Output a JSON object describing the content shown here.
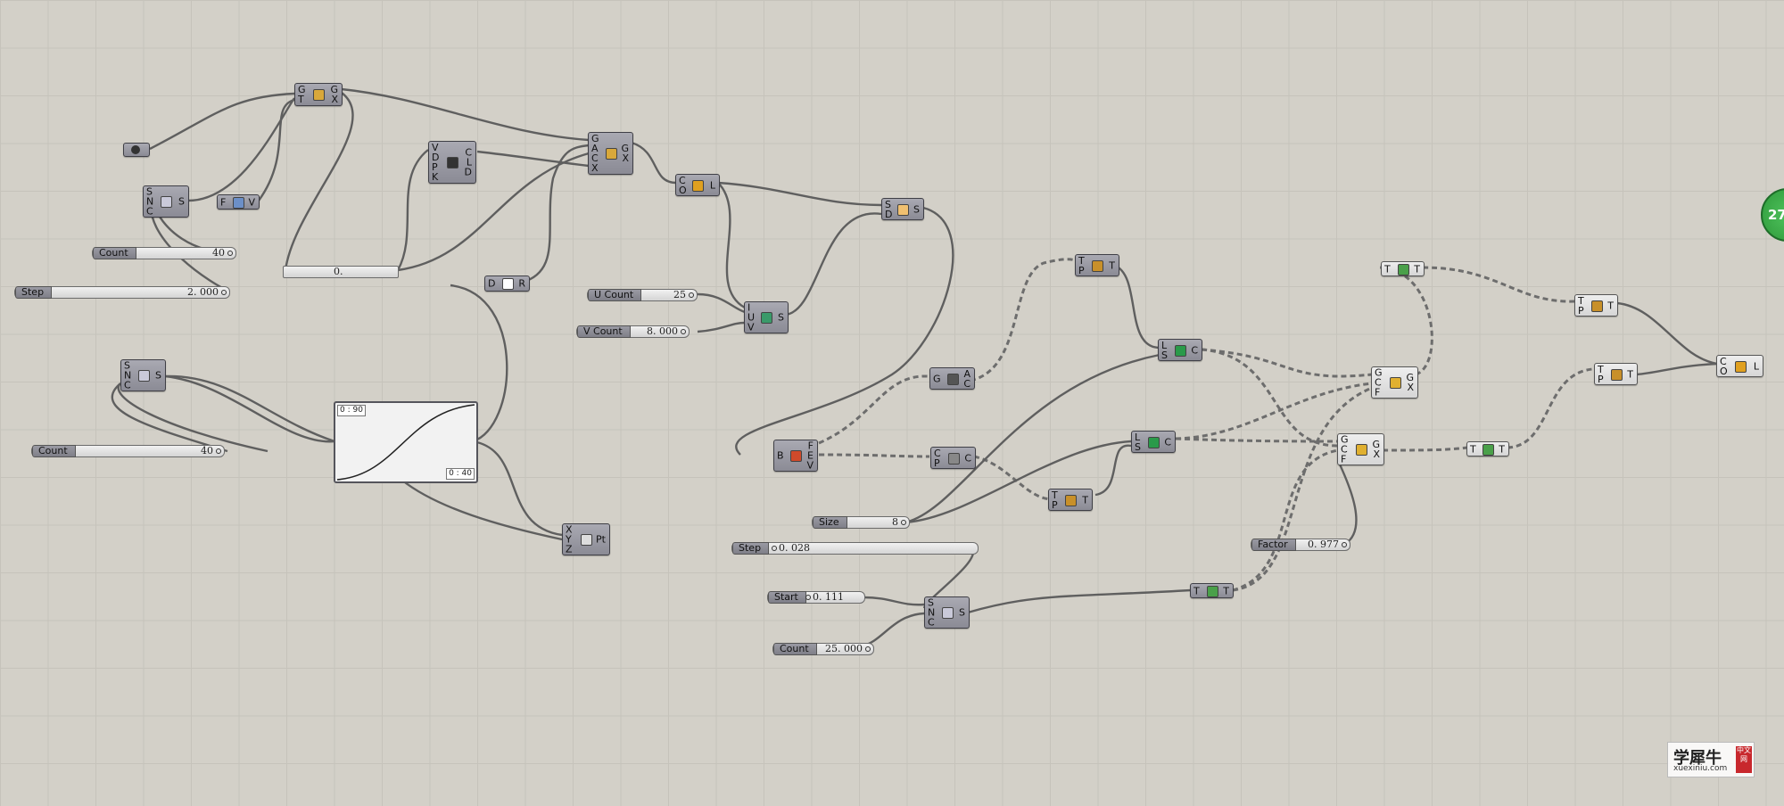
{
  "canvas": {
    "background": "#d3d0c8",
    "grid_color": "#c6c3bb",
    "wire_color": "#5f5f5f"
  },
  "sliders": [
    {
      "label": "Count",
      "value": "40"
    },
    {
      "label": "Step",
      "value": "2. 000"
    },
    {
      "label": "Count",
      "value": "40"
    },
    {
      "label": "U Count",
      "value": "25"
    },
    {
      "label": "V Count",
      "value": "8. 000"
    },
    {
      "label": "Size",
      "value": "8"
    },
    {
      "label": "Step",
      "value": "0. 028"
    },
    {
      "label": "Start",
      "value": "0. 111"
    },
    {
      "label": "Count",
      "value": "25. 000"
    },
    {
      "label": "Factor",
      "value": "0. 977"
    }
  ],
  "panel": {
    "value": "0."
  },
  "graph_mapper": {
    "top_label": "0 : 90",
    "bottom_label": "0 : 40"
  },
  "badge": {
    "value": "27"
  },
  "watermark": {
    "chinese": "学犀牛",
    "url": "xuexiniu.com",
    "seal": "中文网"
  },
  "components": {
    "c_gtx": {
      "inputs": [
        "G",
        "T"
      ],
      "outputs": [
        "G",
        "X"
      ],
      "icon": "move-icon"
    },
    "c_srs": {
      "inputs": [
        "S",
        "N",
        "C"
      ],
      "outputs": [
        "S"
      ],
      "icon": "series-icon"
    },
    "c_fv": {
      "inputs": [
        "F"
      ],
      "outputs": [
        "V"
      ],
      "icon": "vector-icon"
    },
    "c_vdpk": {
      "inputs": [
        "V",
        "D",
        "P",
        "K"
      ],
      "outputs": [
        "C",
        "L",
        "D"
      ],
      "icon": "curve-icon"
    },
    "c_gacx": {
      "inputs": [
        "G",
        "A",
        "C",
        "X"
      ],
      "outputs": [
        "G",
        "X"
      ],
      "icon": "rotate-icon"
    },
    "c_dr": {
      "inputs": [
        "D"
      ],
      "outputs": [
        "R"
      ],
      "icon": "range-icon"
    },
    "c_col": {
      "inputs": [
        "C",
        "O"
      ],
      "outputs": [
        "L"
      ],
      "icon": "offset-icon"
    },
    "c_sds": {
      "inputs": [
        "S",
        "D"
      ],
      "outputs": [
        "S"
      ],
      "icon": "surface-icon"
    },
    "c_iuv": {
      "inputs": [
        "I",
        "U",
        "V"
      ],
      "outputs": [
        "S"
      ],
      "icon": "divide-icon"
    },
    "c_srs2": {
      "inputs": [
        "S",
        "N",
        "C"
      ],
      "outputs": [
        "S"
      ],
      "icon": "series-icon"
    },
    "c_xyz": {
      "inputs": [
        "X",
        "Y",
        "Z"
      ],
      "outputs": [
        "Pt"
      ],
      "icon": "point-icon"
    },
    "c_bfev": {
      "inputs": [
        "B"
      ],
      "outputs": [
        "F",
        "E",
        "V"
      ],
      "icon": "deconstruct-icon"
    },
    "c_gac": {
      "inputs": [
        "G"
      ],
      "outputs": [
        "A",
        "C"
      ],
      "icon": "area-icon"
    },
    "c_cpc": {
      "inputs": [
        "C",
        "P"
      ],
      "outputs": [
        "C"
      ],
      "icon": "pipe-icon"
    },
    "c_tpt1": {
      "inputs": [
        "T",
        "P"
      ],
      "outputs": [
        "T"
      ],
      "icon": "tree-icon"
    },
    "c_tpt2": {
      "inputs": [
        "T",
        "P"
      ],
      "outputs": [
        "T"
      ],
      "icon": "tree-icon"
    },
    "c_lsc1": {
      "inputs": [
        "L",
        "S"
      ],
      "outputs": [
        "C"
      ],
      "icon": "list-icon"
    },
    "c_lsc2": {
      "inputs": [
        "L",
        "S"
      ],
      "outputs": [
        "C"
      ],
      "icon": "list-icon"
    },
    "c_tt1": {
      "inputs": [
        "T"
      ],
      "outputs": [
        "T"
      ],
      "icon": "graft-icon"
    },
    "c_tpt3": {
      "inputs": [
        "T",
        "P"
      ],
      "outputs": [
        "T"
      ],
      "icon": "tree-icon"
    },
    "c_tpt4": {
      "inputs": [
        "T",
        "P"
      ],
      "outputs": [
        "T"
      ],
      "icon": "tree-icon"
    },
    "c_gcf1": {
      "inputs": [
        "G",
        "C",
        "F"
      ],
      "outputs": [
        "G",
        "X"
      ],
      "icon": "scale-icon"
    },
    "c_gcf2": {
      "inputs": [
        "G",
        "C",
        "F"
      ],
      "outputs": [
        "G",
        "X"
      ],
      "icon": "scale-icon"
    },
    "c_tt2": {
      "inputs": [
        "T"
      ],
      "outputs": [
        "T"
      ],
      "icon": "graft-icon"
    },
    "c_tt3": {
      "inputs": [
        "T"
      ],
      "outputs": [
        "T"
      ],
      "icon": "graft-icon"
    },
    "c_col2": {
      "inputs": [
        "C",
        "O"
      ],
      "outputs": [
        "L"
      ],
      "icon": "offset-icon"
    },
    "c_srs3": {
      "inputs": [
        "S",
        "N",
        "C"
      ],
      "outputs": [
        "S"
      ],
      "icon": "series-icon"
    }
  }
}
